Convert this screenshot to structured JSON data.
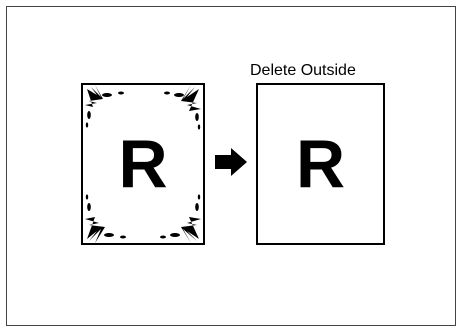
{
  "diagram": {
    "caption": "Delete Outside",
    "before_page": {
      "letter": "R"
    },
    "after_page": {
      "letter": "R"
    },
    "arrow_icon": "right-arrow-icon",
    "decoration_icon": "corner-ornament-icon",
    "colors": {
      "ink": "#000000",
      "background": "#ffffff",
      "frame": "#444444"
    }
  }
}
